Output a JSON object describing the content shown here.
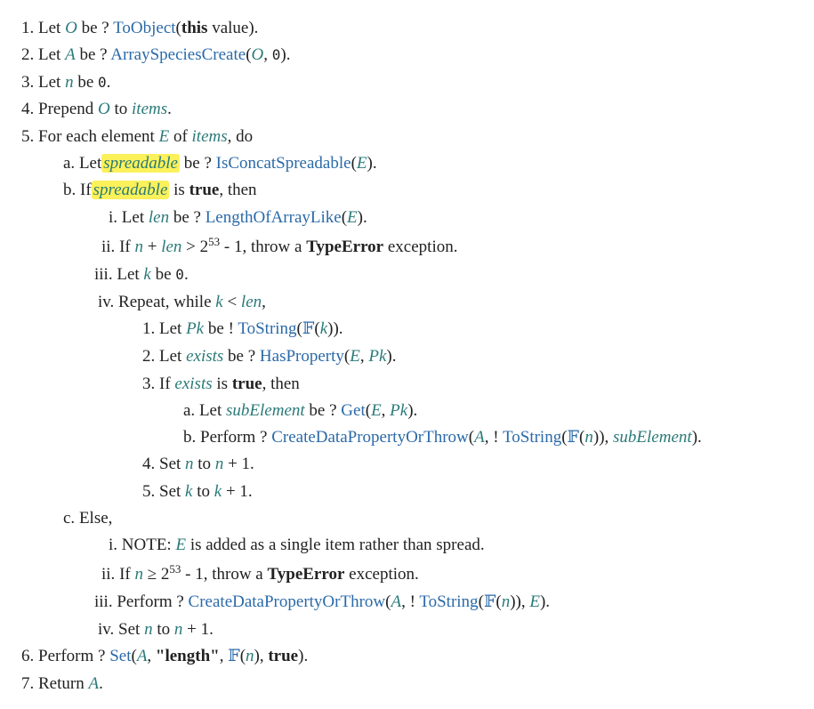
{
  "words": {
    "let": "Let",
    "be": "be",
    "q": "?",
    "bang": "!",
    "prepend": "Prepend",
    "to": "to",
    "for_each": "For each element",
    "of": "of",
    "do": ", do",
    "if": "If",
    "is": "is",
    "then": ", then",
    "repeat_while": "Repeat, while",
    "perform": "Perform",
    "set": "Set",
    "else": "Else,",
    "return": "Return",
    "throw_a": "throw a",
    "exception": "exception.",
    "note": "NOTE:",
    "note_text": "is added as a single item rather than spread.",
    "value": "value",
    "this": "this",
    "true": "true",
    "length": "\"length\"",
    "zero": "0",
    "one": "1",
    "two": "2",
    "exp": "53",
    "minus_one": "- 1",
    "plus": "+",
    "lt": "<",
    "gt": ">",
    "ge": "≥",
    "comma": ",",
    "dot": ".",
    "lp": "(",
    "rp": ")",
    "lp_dot": ").",
    "rp2_dot": ")).",
    "rp2": "))",
    "F": "𝔽",
    "type_error": "TypeError"
  },
  "vars": {
    "O": "O",
    "A": "A",
    "n": "n",
    "items": "items",
    "E": "E",
    "spreadable": "spreadable",
    "len": "len",
    "k": "k",
    "Pk": "Pk",
    "exists": "exists",
    "subElement": "subElement"
  },
  "ops": {
    "ToObject": "ToObject",
    "ArraySpeciesCreate": "ArraySpeciesCreate",
    "IsConcatSpreadable": "IsConcatSpreadable",
    "LengthOfArrayLike": "LengthOfArrayLike",
    "ToString": "ToString",
    "HasProperty": "HasProperty",
    "Get": "Get",
    "CreateDataPropertyOrThrow": "CreateDataPropertyOrThrow",
    "Set": "Set"
  },
  "markers": {
    "s1": "1.",
    "s2": "2.",
    "s3": "3.",
    "s4": "4.",
    "s5": "5.",
    "s6": "6.",
    "s7": "7.",
    "a": "a.",
    "b": "b.",
    "c": "c.",
    "i": "i.",
    "ii": "ii.",
    "iii": "iii.",
    "iv": "iv."
  },
  "colors": {
    "variable": "#2a7a78",
    "link": "#2b6aa8",
    "highlight": "#fbf15a",
    "text": "#222222"
  }
}
